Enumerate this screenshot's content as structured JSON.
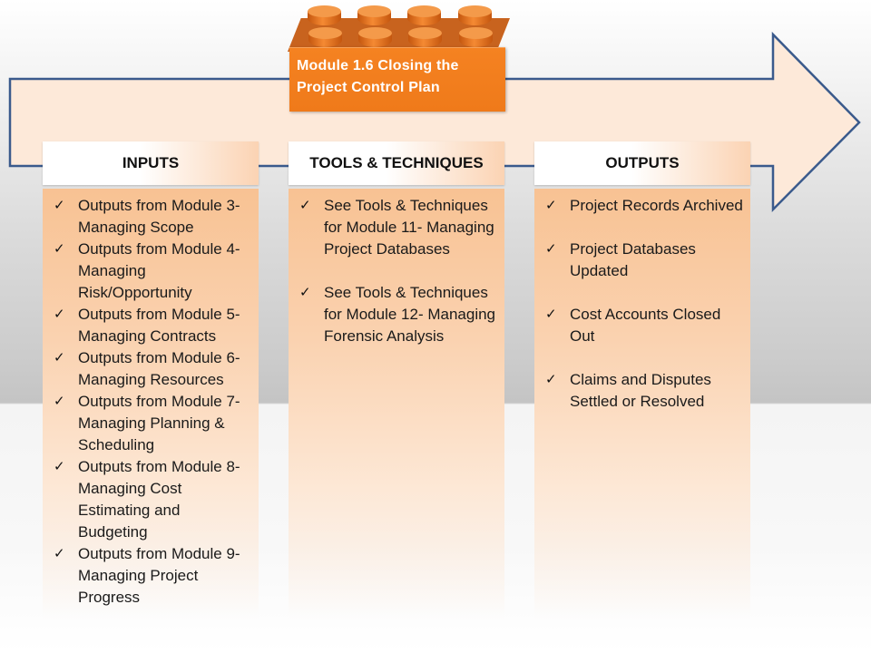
{
  "title": "Module 1.6 Closing the Project Control Plan",
  "colors": {
    "arrow_fill": "#fde9d9",
    "arrow_stroke": "#3a5a8c",
    "lego_orange": "#f58221",
    "column_peach": "#f8c293"
  },
  "columns": {
    "inputs": {
      "heading": "INPUTS",
      "items": [
        "Outputs from Module 3- Managing Scope",
        "Outputs from Module 4- Managing Risk/Opportunity",
        "Outputs from Module 5- Managing Contracts",
        "Outputs from Module 6- Managing Resources",
        "Outputs from Module 7- Managing Planning & Scheduling",
        "Outputs from Module 8- Managing Cost Estimating and Budgeting",
        "Outputs from Module 9- Managing Project Progress"
      ]
    },
    "tools": {
      "heading": "TOOLS & TECHNIQUES",
      "items": [
        "See Tools & Techniques for Module 11- Managing Project Databases",
        "See Tools & Techniques for Module 12- Managing Forensic Analysis"
      ]
    },
    "outputs": {
      "heading": "OUTPUTS",
      "items": [
        "Project Records Archived",
        "Project Databases Updated",
        "Cost Accounts Closed Out",
        "Claims and Disputes Settled or Resolved"
      ]
    }
  },
  "check_glyph": "✓"
}
